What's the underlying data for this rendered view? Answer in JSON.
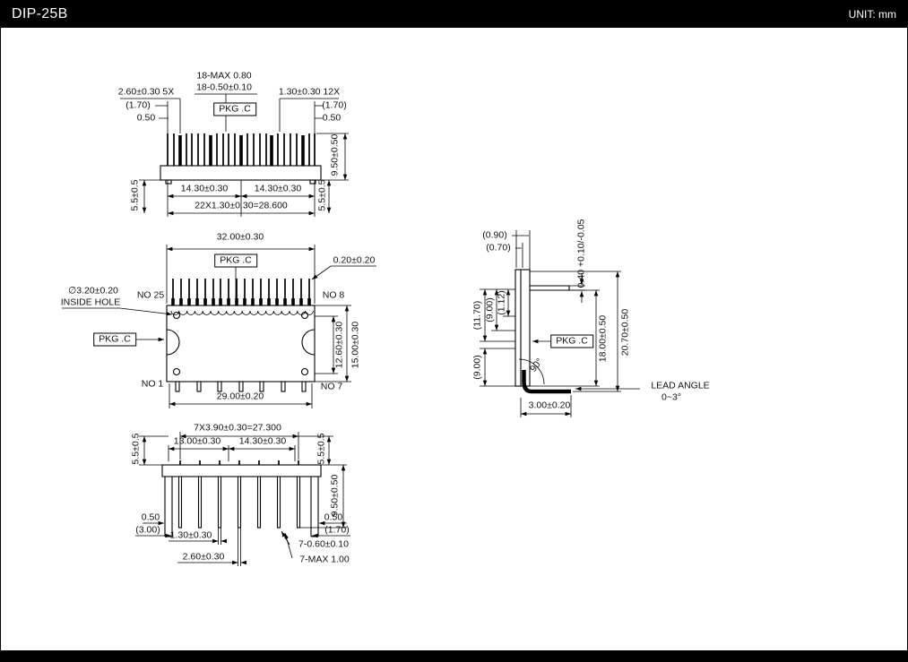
{
  "header": {
    "title": "DIP-25B",
    "unit": "UNIT: mm"
  },
  "front_view": {
    "d18max": "18-MAX 0.80",
    "d18tol": "18-0.50±0.10",
    "d260": "2.60±0.30 5X",
    "d170l": "(1.70)",
    "d050l": "0.50",
    "d130": "1.30±0.30 12X",
    "d170r": "(1.70)",
    "d050r": "0.50",
    "pkg": "PKG .C",
    "d950": "9.50±0.50",
    "d55l": "5.5±0.5",
    "d55r": "5.5±0.5",
    "d1430a": "14.30±0.30",
    "d1430b": "14.30±0.30",
    "pitch": "22X1.30±0.30=28.600"
  },
  "top_view": {
    "d3200": "32.00±0.30",
    "pkg": "PKG .C",
    "d020": "0.20±0.20",
    "hole_dia": "∅3.20±0.20",
    "hole_label": "INSIDE HOLE",
    "no25": "NO 25",
    "no8": "NO 8",
    "pkg_left": "PKG .C",
    "no1": "NO 1",
    "no7": "NO 7",
    "d1260": "12.60±0.30",
    "d1500": "15.00±0.30",
    "d2900": "29.00±0.20"
  },
  "bottom_view": {
    "pitch": "7X3.90±0.30=27.300",
    "d1300": "13.00±0.30",
    "d1430": "14.30±0.30",
    "d55l": "5.5±0.5",
    "d55r": "5.5±0.5",
    "d950": "9.50±0.50",
    "d050l": "0.50",
    "d300l": "(3.00)",
    "d050r": "0.50",
    "d170r": "(1.70)",
    "d130": "1.30±0.30",
    "d260": "2.60±0.30",
    "d060": "7-0.60±0.10",
    "dmax": "7-MAX 1.00"
  },
  "side_view": {
    "d090": "(0.90)",
    "d070": "(0.70)",
    "d040": "0.40 +0.10/-0.05",
    "d1170": "(11.70)",
    "d900u": "(9.00)",
    "d112": "(1.12)",
    "d900l": "(9.00)",
    "pkg": "PKG .C",
    "d1800": "18.00±0.50",
    "d2070": "20.70±0.50",
    "a90": "90°",
    "lead_angle": "LEAD ANGLE",
    "lead_angle_val": "0~3°",
    "d300": "3.00±0.20"
  }
}
